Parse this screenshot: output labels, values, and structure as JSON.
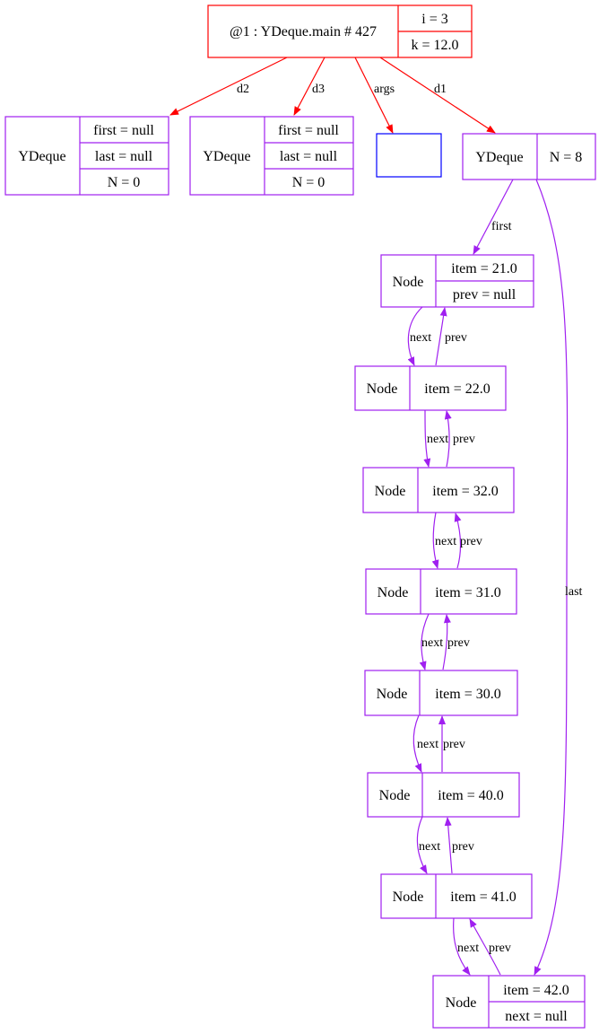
{
  "colors": {
    "frame": "#ff0000",
    "object": "#a020f0",
    "args": "#0000ff",
    "text": "#000000"
  },
  "frame": {
    "title": "@1 : YDeque.main # 427",
    "fields": [
      "i = 3",
      "k = 12.0"
    ]
  },
  "empty_deques": [
    {
      "class": "YDeque",
      "fields": [
        "first = null",
        "last = null",
        "N = 0"
      ]
    },
    {
      "class": "YDeque",
      "fields": [
        "first = null",
        "last = null",
        "N = 0"
      ]
    }
  ],
  "deque": {
    "class": "YDeque",
    "field": "N = 8"
  },
  "nodes": [
    {
      "class": "Node",
      "fields": [
        "item = 21.0",
        "prev = null"
      ]
    },
    {
      "class": "Node",
      "fields": [
        "item = 22.0"
      ]
    },
    {
      "class": "Node",
      "fields": [
        "item = 32.0"
      ]
    },
    {
      "class": "Node",
      "fields": [
        "item = 31.0"
      ]
    },
    {
      "class": "Node",
      "fields": [
        "item = 30.0"
      ]
    },
    {
      "class": "Node",
      "fields": [
        "item = 40.0"
      ]
    },
    {
      "class": "Node",
      "fields": [
        "item = 41.0"
      ]
    },
    {
      "class": "Node",
      "fields": [
        "item = 42.0",
        "next = null"
      ]
    }
  ],
  "edge_labels": {
    "d2": "d2",
    "d3": "d3",
    "args": "args",
    "d1": "d1",
    "first": "first",
    "last": "last",
    "next": "next",
    "prev": "prev"
  }
}
